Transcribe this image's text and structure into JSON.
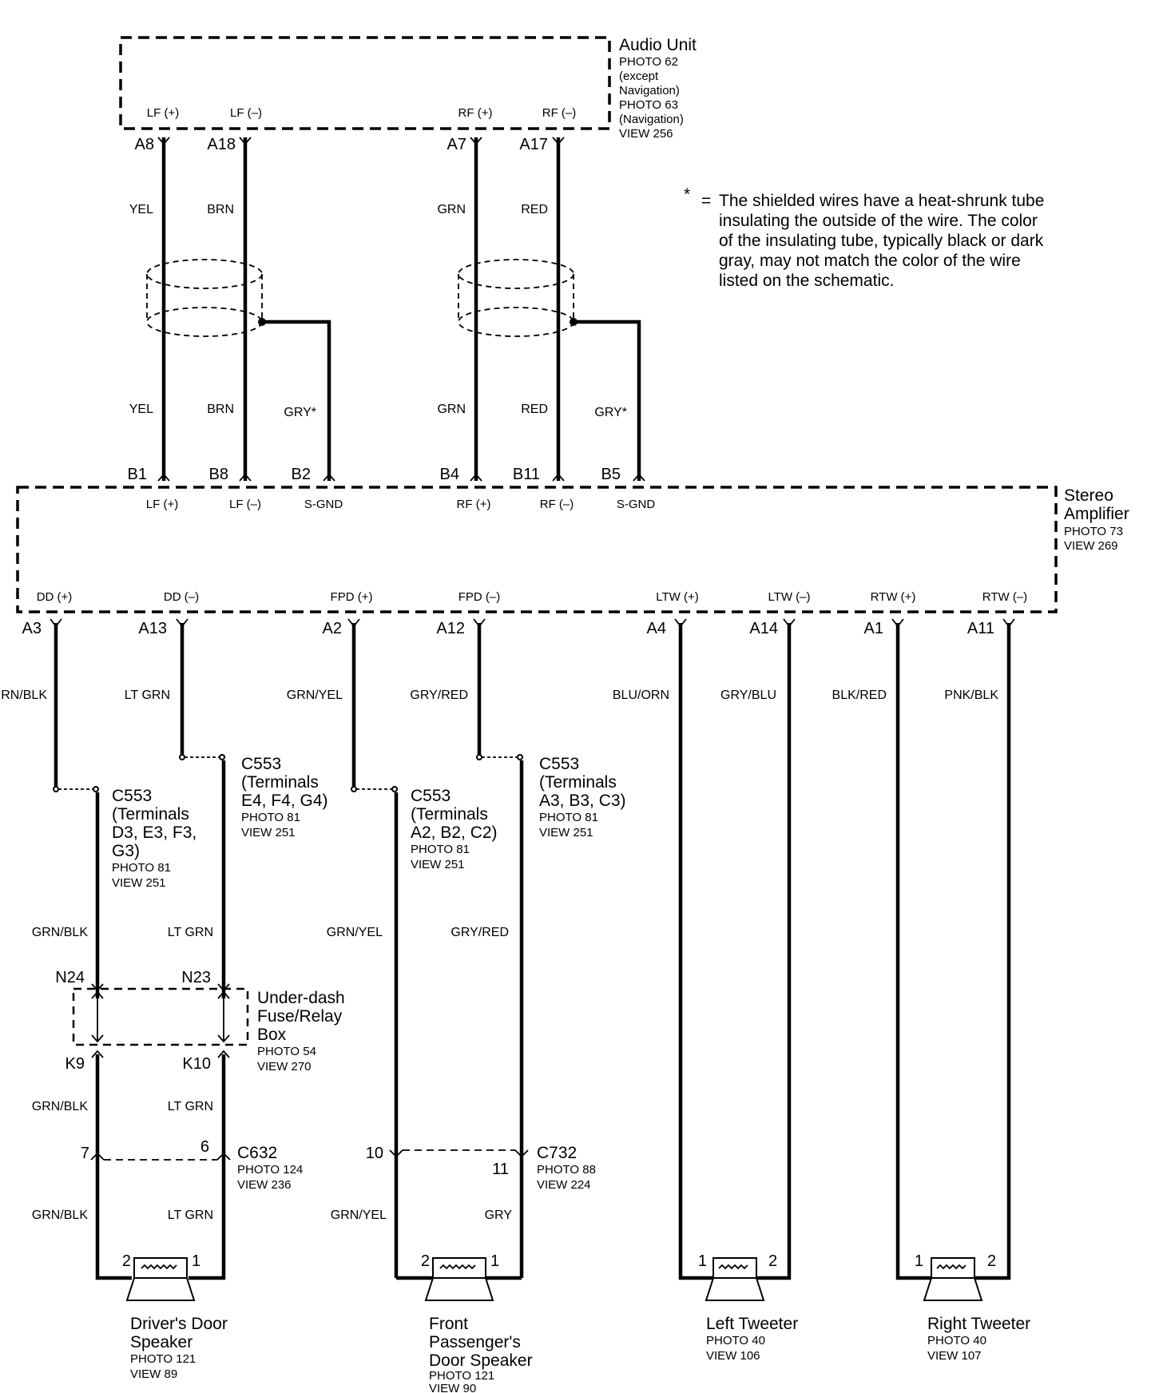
{
  "audio_unit": {
    "title": "Audio Unit",
    "refs": [
      "PHOTO 62",
      "(except",
      "Navigation)",
      "PHOTO 63",
      "(Navigation)",
      "VIEW 256"
    ],
    "terminals": [
      {
        "pin": "A8",
        "label": "LF (+)"
      },
      {
        "pin": "A18",
        "label": "LF (–)"
      },
      {
        "pin": "A7",
        "label": "RF (+)"
      },
      {
        "pin": "A17",
        "label": "RF (–)"
      }
    ]
  },
  "note": {
    "marker": "*",
    "equals": "=",
    "lines": [
      "The shielded wires have a heat-shrunk tube",
      "insulating the outside of the wire.  The color",
      "of the insulating tube, typically black or dark",
      "gray, may not match the color of the wire",
      "listed on the schematic."
    ]
  },
  "upper_wires": {
    "top_colors": [
      "YEL",
      "BRN",
      "GRN",
      "RED"
    ],
    "bottom_colors": [
      "YEL",
      "BRN",
      "GRY*",
      "GRN",
      "RED",
      "GRY*"
    ]
  },
  "amplifier": {
    "title_lines": [
      "Stereo",
      "Amplifier"
    ],
    "refs": [
      "PHOTO 73",
      "VIEW 269"
    ],
    "inputs": [
      {
        "pin": "B1",
        "label": "LF (+)"
      },
      {
        "pin": "B8",
        "label": "LF (–)"
      },
      {
        "pin": "B2",
        "label": "S-GND"
      },
      {
        "pin": "B4",
        "label": "RF (+)"
      },
      {
        "pin": "B11",
        "label": "RF (–)"
      },
      {
        "pin": "B5",
        "label": "S-GND"
      }
    ],
    "outputs": [
      {
        "pin": "A3",
        "label": "DD (+)",
        "wire": "GRN/BLK"
      },
      {
        "pin": "A13",
        "label": "DD (–)",
        "wire": "LT GRN"
      },
      {
        "pin": "A2",
        "label": "FPD (+)",
        "wire": "GRN/YEL"
      },
      {
        "pin": "A12",
        "label": "FPD (–)",
        "wire": "GRY/RED"
      },
      {
        "pin": "A4",
        "label": "LTW (+)",
        "wire": "BLU/ORN"
      },
      {
        "pin": "A14",
        "label": "LTW (–)",
        "wire": "GRY/BLU"
      },
      {
        "pin": "A1",
        "label": "RTW (+)",
        "wire": "BLK/RED"
      },
      {
        "pin": "A11",
        "label": "RTW (–)",
        "wire": "PNK/BLK"
      }
    ]
  },
  "c553": [
    {
      "lines": [
        "C553",
        "(Terminals",
        "D3, E3, F3,",
        "G3)"
      ],
      "refs": [
        "PHOTO 81",
        "VIEW 251"
      ]
    },
    {
      "lines": [
        "C553",
        "(Terminals",
        "E4, F4, G4)"
      ],
      "refs": [
        "PHOTO 81",
        "VIEW 251"
      ]
    },
    {
      "lines": [
        "C553",
        "(Terminals",
        "A2, B2, C2)"
      ],
      "refs": [
        "PHOTO 81",
        "VIEW 251"
      ]
    },
    {
      "lines": [
        "C553",
        "(Terminals",
        "A3, B3, C3)"
      ],
      "refs": [
        "PHOTO 81",
        "VIEW 251"
      ]
    }
  ],
  "mid_wires": [
    "GRN/BLK",
    "LT GRN",
    "GRN/YEL",
    "GRY/RED"
  ],
  "fuse_box": {
    "title_lines": [
      "Under-dash",
      "Fuse/Relay",
      "Box"
    ],
    "refs": [
      "PHOTO 54",
      "VIEW 270"
    ],
    "pins_top": [
      "N24",
      "N23"
    ],
    "pins_bottom": [
      "K9",
      "K10"
    ]
  },
  "lower_wires_driver": [
    "GRN/BLK",
    "LT GRN"
  ],
  "c632": {
    "name": "C632",
    "refs": [
      "PHOTO 124",
      "VIEW 236"
    ],
    "pins": [
      "7",
      "6"
    ]
  },
  "c732": {
    "name": "C732",
    "refs": [
      "PHOTO 88",
      "VIEW 224"
    ],
    "pins": [
      "10",
      "11"
    ]
  },
  "speaker_wires": {
    "driver": [
      "GRN/BLK",
      "LT GRN"
    ],
    "passenger": [
      "GRN/YEL",
      "GRY"
    ]
  },
  "speakers": [
    {
      "name_lines": [
        "Driver's Door",
        "Speaker"
      ],
      "refs": [
        "PHOTO 121",
        "VIEW 89"
      ],
      "pins": [
        "2",
        "1"
      ]
    },
    {
      "name_lines": [
        "Front",
        "Passenger's",
        "Door Speaker"
      ],
      "refs": [
        "PHOTO 121",
        "VIEW 90"
      ],
      "pins": [
        "2",
        "1"
      ]
    },
    {
      "name_lines": [
        "Left Tweeter"
      ],
      "refs": [
        "PHOTO 40",
        "VIEW 106"
      ],
      "pins": [
        "1",
        "2"
      ]
    },
    {
      "name_lines": [
        "Right Tweeter"
      ],
      "refs": [
        "PHOTO 40",
        "VIEW 107"
      ],
      "pins": [
        "1",
        "2"
      ]
    }
  ]
}
